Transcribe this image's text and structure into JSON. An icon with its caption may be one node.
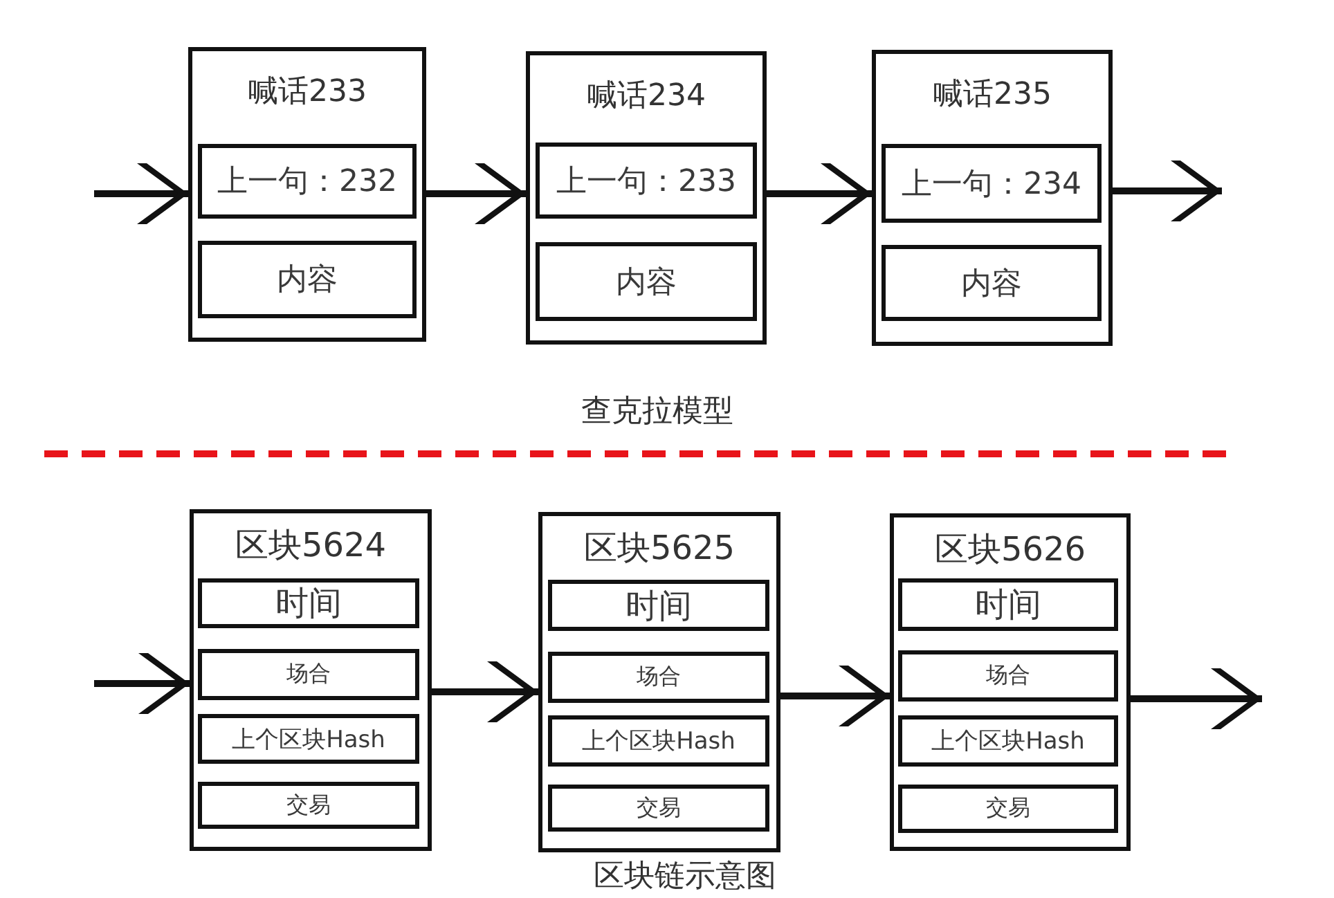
{
  "diagram": {
    "nodes": [
      {
        "text": [
          "喊话233"
        ]
      },
      {
        "text": [
          "上一句：232"
        ],
        "in": 0
      },
      {
        "text": [
          "内容"
        ],
        "in": 0
      },
      {
        "text": [
          "喊话234"
        ]
      },
      {
        "text": [
          "上一句：233"
        ],
        "in": 3
      },
      {
        "text": [
          "内容"
        ],
        "in": 3
      },
      {
        "text": [
          "喊话235"
        ]
      },
      {
        "text": [
          "上一句：234"
        ],
        "in": 6
      },
      {
        "text": [
          "内容"
        ],
        "in": 6
      },
      {
        "text": [
          "区块5624"
        ]
      },
      {
        "text": [
          "时间"
        ],
        "in": 9
      },
      {
        "text": [
          "场合"
        ],
        "in": 9
      },
      {
        "text": [
          "上个区块Hash"
        ],
        "in": 9
      },
      {
        "text": [
          "交易"
        ],
        "in": 9
      },
      {
        "text": [
          "区块5625"
        ]
      },
      {
        "text": [
          "时间"
        ],
        "in": 14
      },
      {
        "text": [
          "场合"
        ],
        "in": 14
      },
      {
        "text": [
          "上个区块Hash"
        ],
        "in": 14
      },
      {
        "text": [
          "交易"
        ],
        "in": 14
      },
      {
        "text": [
          "区块5626"
        ]
      },
      {
        "text": [
          "时间"
        ],
        "in": 19
      },
      {
        "text": [
          "场合"
        ],
        "in": 19
      },
      {
        "text": [
          "上个区块Hash"
        ],
        "in": 19
      },
      {
        "text": [
          "交易"
        ],
        "in": 19
      }
    ],
    "edges": [
      {
        "from": null,
        "to": 0,
        "arrow": "to"
      },
      {
        "from": 0,
        "to": 3,
        "arrow": "to"
      },
      {
        "from": 3,
        "to": 6,
        "arrow": "to"
      },
      {
        "from": 6,
        "to": null,
        "arrow": "to"
      },
      {
        "from": null,
        "to": 9,
        "arrow": "to"
      },
      {
        "from": 9,
        "to": 14,
        "arrow": "to"
      },
      {
        "from": 14,
        "to": 19,
        "arrow": "to"
      },
      {
        "from": 19,
        "to": null,
        "arrow": "to"
      }
    ],
    "labels": [
      "查克拉模型",
      "区块链示意图"
    ]
  }
}
